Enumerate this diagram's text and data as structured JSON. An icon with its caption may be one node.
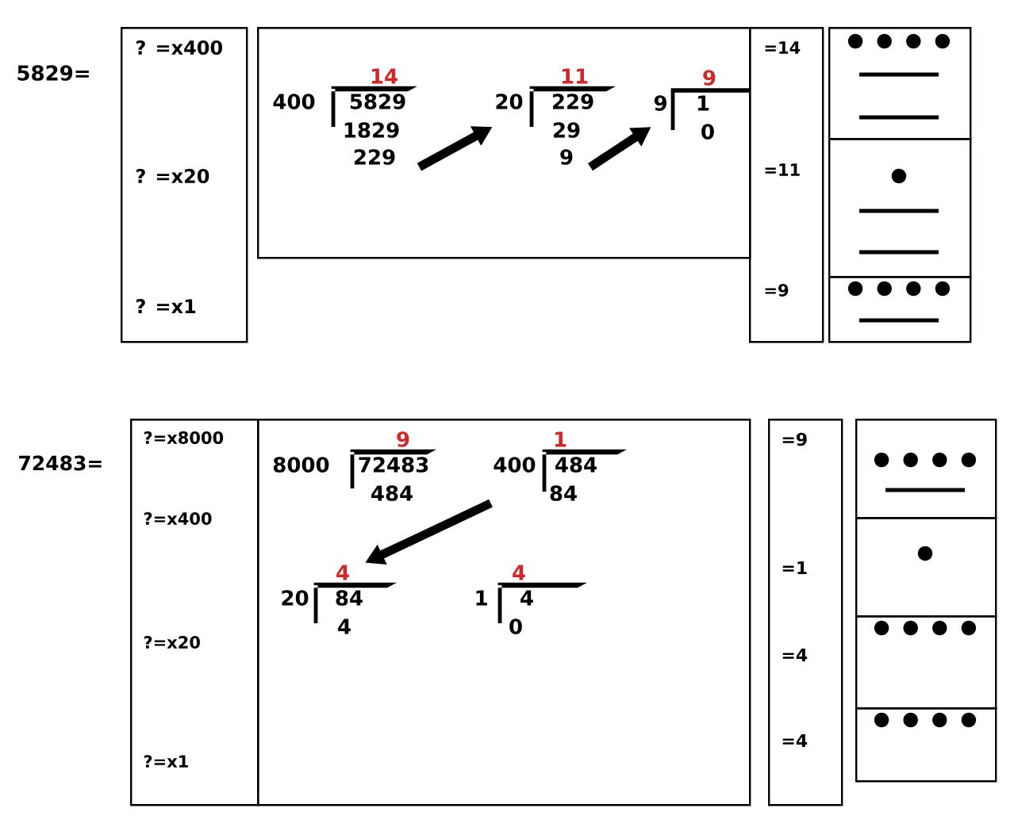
{
  "diagram": {
    "nodes": [
      {
        "text": [
          "? =x400",
          "? =x20",
          "? =x1"
        ]
      },
      {
        "text": [],
        "shape": "box"
      },
      {
        "text": [
          "14",
          "400",
          "5829",
          "1829",
          "229"
        ],
        "in": 1
      },
      {
        "text": [
          "11",
          "20",
          "229",
          "29",
          "9"
        ],
        "in": 1
      },
      {
        "text": [
          "9",
          "9",
          "1",
          "0"
        ],
        "in": 1
      },
      {
        "text": [
          "=14",
          "=11",
          "=9"
        ]
      },
      {
        "text": [],
        "shape": "box"
      },
      {
        "text": [],
        "shape": "box"
      },
      {
        "text": [],
        "shape": "box"
      },
      {
        "text": [
          "?=x8000",
          "?=x400",
          "?=x20",
          "?=x1"
        ]
      },
      {
        "text": [],
        "shape": "box"
      },
      {
        "text": [
          "9",
          "8000",
          "72483",
          "484"
        ],
        "in": 10
      },
      {
        "text": [
          "1",
          "400",
          "484",
          "84"
        ],
        "in": 10
      },
      {
        "text": [
          "4",
          "20",
          "84",
          "4"
        ],
        "in": 10
      },
      {
        "text": [
          "4",
          "1",
          "4",
          "0"
        ],
        "in": 10
      },
      {
        "text": [
          "=9",
          "=1",
          "=4",
          "=4"
        ]
      },
      {
        "text": [],
        "shape": "box"
      },
      {
        "text": [],
        "shape": "box"
      },
      {
        "text": [],
        "shape": "box"
      },
      {
        "text": [],
        "shape": "box"
      }
    ],
    "edges": [
      {
        "from": 2,
        "to": 3,
        "arrow": "to"
      },
      {
        "from": 3,
        "to": 4,
        "arrow": "to"
      },
      {
        "from": 12,
        "to": 13,
        "arrow": "to"
      }
    ],
    "labels": [
      "5829=",
      "72483="
    ]
  }
}
